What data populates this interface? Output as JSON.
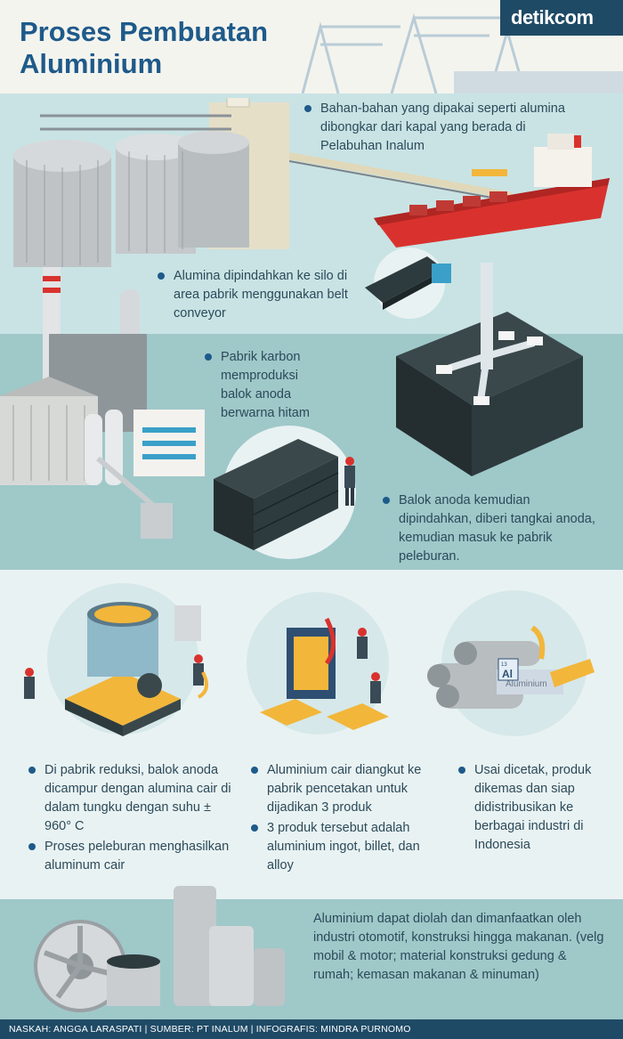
{
  "header": {
    "title_line1": "Proses Pembuatan",
    "title_line2": "Aluminium",
    "brand": "detikcom"
  },
  "steps": {
    "unloading": "Bahan-bahan yang dipakai seperti alumina dibongkar dari kapal yang berada di Pelabuhan Inalum",
    "conveyor": "Alumina dipindahkan ke silo di area pabrik menggunakan belt conveyor",
    "carbon_plant": "Pabrik karbon memproduksi balok anoda berwarna hitam",
    "anode_transfer": "Balok anoda kemudian dipindahkan, diberi tangkai anoda, kemudian masuk ke pabrik peleburan.",
    "reduction": [
      "Di pabrik reduksi, balok anoda dicampur dengan alumina cair di dalam tungku dengan suhu ± 960° C",
      "Proses peleburan menghasilkan aluminum cair"
    ],
    "casting": [
      "Aluminium cair diangkut ke pabrik pencetakan untuk dijadikan 3 produk",
      "3 produk tersebut adalah aluminium ingot, billet, dan alloy"
    ],
    "distribution": "Usai dicetak, produk dikemas dan siap didistribusikan ke berbagai industri di Indonesia",
    "usage": "Aluminium dapat diolah dan dimanfaatkan oleh industri otomotif, konstruksi hingga makanan. (velg mobil & motor; material konstruksi gedung & rumah; kemasan makanan & minuman)"
  },
  "labels": {
    "al_symbol": "Al",
    "al_number": "13",
    "bar_stamp": "Aluminium"
  },
  "footer": "NASKAH: ANGGA LARASPATI | SUMBER: PT INALUM | INFOGRAFIS: MINDRA PURNOMO",
  "colors": {
    "title": "#1e5a8a",
    "brand_bg": "#1f4a66",
    "ship_hull": "#d9322e",
    "anode_block": "#2e3b3e",
    "molten_metal": "#f2b63a",
    "band_teal": "#9fc8c9"
  }
}
